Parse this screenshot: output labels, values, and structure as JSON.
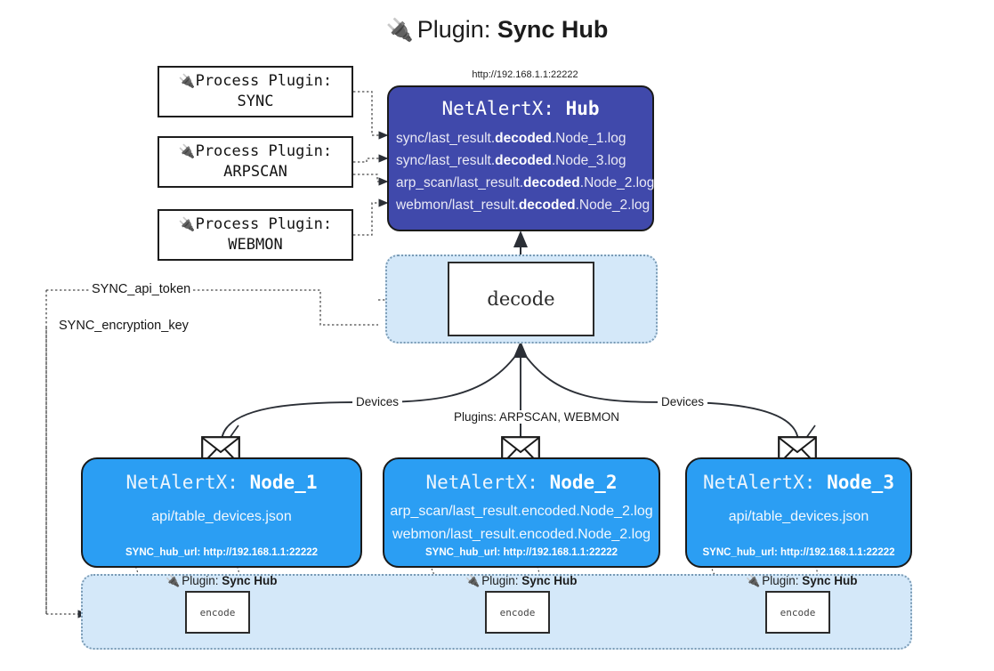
{
  "header": {
    "icon": "plug-icon",
    "prefix": "Plugin:",
    "title": "Sync Hub",
    "hub_url": "http://192.168.1.1:22222"
  },
  "process_plugins": [
    {
      "icon": "plug-icon",
      "line1": "Process Plugin:",
      "line2": "SYNC"
    },
    {
      "icon": "plug-icon",
      "line1": "Process Plugin:",
      "line2": "ARPSCAN"
    },
    {
      "icon": "plug-icon",
      "line1": "Process Plugin:",
      "line2": "WEBMON"
    }
  ],
  "hub": {
    "label_prefix": "NetAlertX:",
    "label_name": "Hub",
    "logs": [
      {
        "pre": "sync/last_result.",
        "em": "decoded",
        "post": ".Node_1.log"
      },
      {
        "pre": "sync/last_result.",
        "em": "decoded",
        "post": ".Node_3.log"
      },
      {
        "pre": "arp_scan/last_result.",
        "em": "decoded",
        "post": ".Node_2.log"
      },
      {
        "pre": "webmon/last_result.",
        "em": "decoded",
        "post": ".Node_2.log"
      }
    ]
  },
  "decode_pool": {
    "box_label": "decode"
  },
  "tokens": [
    {
      "label": "SYNC_api_token"
    },
    {
      "label": "SYNC_encryption_key"
    }
  ],
  "edge_labels": {
    "left": "Devices",
    "center": "Plugins: ARPSCAN, WEBMON",
    "right": "Devices"
  },
  "nodes": [
    {
      "label_prefix": "NetAlertX:",
      "label_name": "Node_1",
      "lines": [
        "api/table_devices.json"
      ],
      "footer": "SYNC_hub_url: http://192.168.1.1:22222",
      "envelope_icon": "envelope-icon"
    },
    {
      "label_prefix": "NetAlertX:",
      "label_name": "Node_2",
      "lines": [
        "arp_scan/last_result.encoded.Node_2.log",
        "webmon/last_result.encoded.Node_2.log"
      ],
      "footer": "SYNC_hub_url: http://192.168.1.1:22222",
      "envelope_icon": "envelope-icon"
    },
    {
      "label_prefix": "NetAlertX:",
      "label_name": "Node_3",
      "lines": [
        "api/table_devices.json"
      ],
      "footer": "SYNC_hub_url: http://192.168.1.1:22222",
      "envelope_icon": "envelope-icon"
    }
  ],
  "encode_pools": [
    {
      "icon": "plug-icon",
      "label_prefix": "Plugin:",
      "label_name": "Sync Hub",
      "box_label": "encode"
    },
    {
      "icon": "plug-icon",
      "label_prefix": "Plugin:",
      "label_name": "Sync Hub",
      "box_label": "encode"
    },
    {
      "icon": "plug-icon",
      "label_prefix": "Plugin:",
      "label_name": "Sync Hub",
      "box_label": "encode"
    }
  ],
  "colors": {
    "hub_fill": "#4049ab",
    "node_fill": "#2b9ef3",
    "pool_fill": "#d4e8f9",
    "stroke": "#1a1a1a"
  }
}
